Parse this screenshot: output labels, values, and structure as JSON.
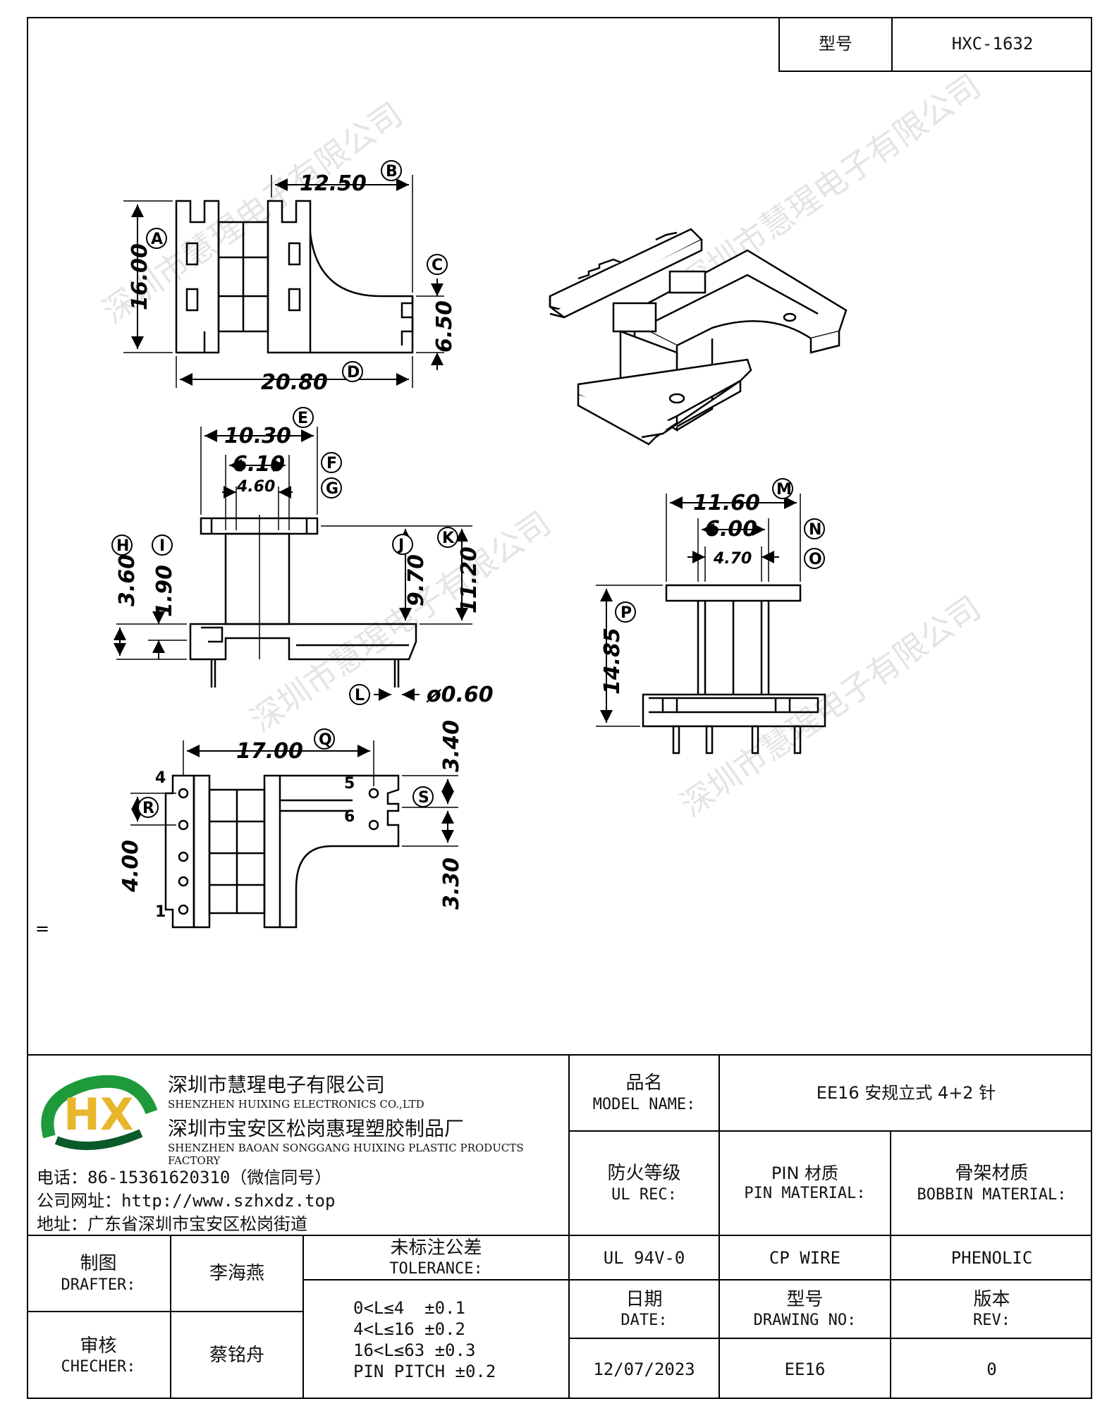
{
  "header": {
    "model_label": "型号",
    "model_value": "HXC-1632"
  },
  "watermark": "深圳市慧瑆电子有限公司",
  "drawing": {
    "top_view": {
      "dims": {
        "A": "16.00",
        "B": "12.50",
        "C": "6.50",
        "D": "20.80"
      }
    },
    "side_view": {
      "dims": {
        "E": "10.30",
        "F": "6.10",
        "G": "4.60",
        "H": "3.60",
        "I": "1.90",
        "J": "9.70",
        "K": "11.20",
        "L": "ø0.60"
      }
    },
    "end_view": {
      "dims": {
        "M": "11.60",
        "N": "6.00",
        "O": "4.70",
        "P": "14.85"
      }
    },
    "bottom_view": {
      "dims": {
        "Q": "17.00",
        "R": "4.00",
        "S": "3.40",
        "S2": "3.30"
      },
      "pins": [
        "4",
        "5",
        "6",
        "1"
      ]
    },
    "labels": {
      "A": "A",
      "B": "B",
      "C": "C",
      "D": "D",
      "E": "E",
      "F": "F",
      "G": "G",
      "H": "H",
      "I": "I",
      "J": "J",
      "K": "K",
      "L": "L",
      "M": "M",
      "N": "N",
      "O": "O",
      "P": "P",
      "Q": "Q",
      "R": "R",
      "S": "S"
    },
    "stray_mark": "="
  },
  "company": {
    "name_cn": "深圳市慧瑆电子有限公司",
    "name_en": "SHENZHEN HUIXING ELECTRONICS CO.,LTD",
    "factory_cn": "深圳市宝安区松岗惠瑆塑胶制品厂",
    "factory_en": "SHENZHEN BAOAN SONGGANG HUIXING PLASTIC PRODUCTS FACTORY",
    "phone": "电话：86-15361620310（微信同号）",
    "website": "公司网址：http://www.szhxdz.top",
    "address": "地址：广东省深圳市宝安区松岗街道",
    "logo_text": "HX",
    "colors": {
      "green": "#1e9a3b",
      "yellow": "#e8b62a",
      "dark": "#0b5a2a"
    }
  },
  "title_block": {
    "model_name_label_cn": "品名",
    "model_name_label_en": "MODEL NAME:",
    "model_name_value": "EE16 安规立式 4+2 针",
    "ul_label_cn": "防火等级",
    "ul_label_en": "UL REC:",
    "pin_label_cn": "PIN 材质",
    "pin_label_en": "PIN MATERIAL:",
    "bobbin_label_cn": "骨架材质",
    "bobbin_label_en": "BOBBIN MATERIAL:",
    "ul_value": "UL 94V-0",
    "pin_value": "CP WIRE",
    "bobbin_value": "PHENOLIC",
    "drafter_label_cn": "制图",
    "drafter_label_en": "DRAFTER:",
    "drafter_value": "李海燕",
    "checker_label_cn": "审核",
    "checker_label_en": "CHECHER:",
    "checker_value": "蔡铭舟",
    "tolerance_label_cn": "未标注公差",
    "tolerance_label_en": "TOLERANCE:",
    "tolerances": [
      "0<L≤4  ±0.1",
      "4<L≤16 ±0.2",
      "16<L≤63 ±0.3",
      "PIN PITCH ±0.2"
    ],
    "date_label_cn": "日期",
    "date_label_en": "DATE:",
    "date_value": "12/07/2023",
    "drawing_no_label_cn": "型号",
    "drawing_no_label_en": "DRAWING NO:",
    "drawing_no_value": "EE16",
    "rev_label_cn": "版本",
    "rev_label_en": "REV:",
    "rev_value": "0"
  }
}
